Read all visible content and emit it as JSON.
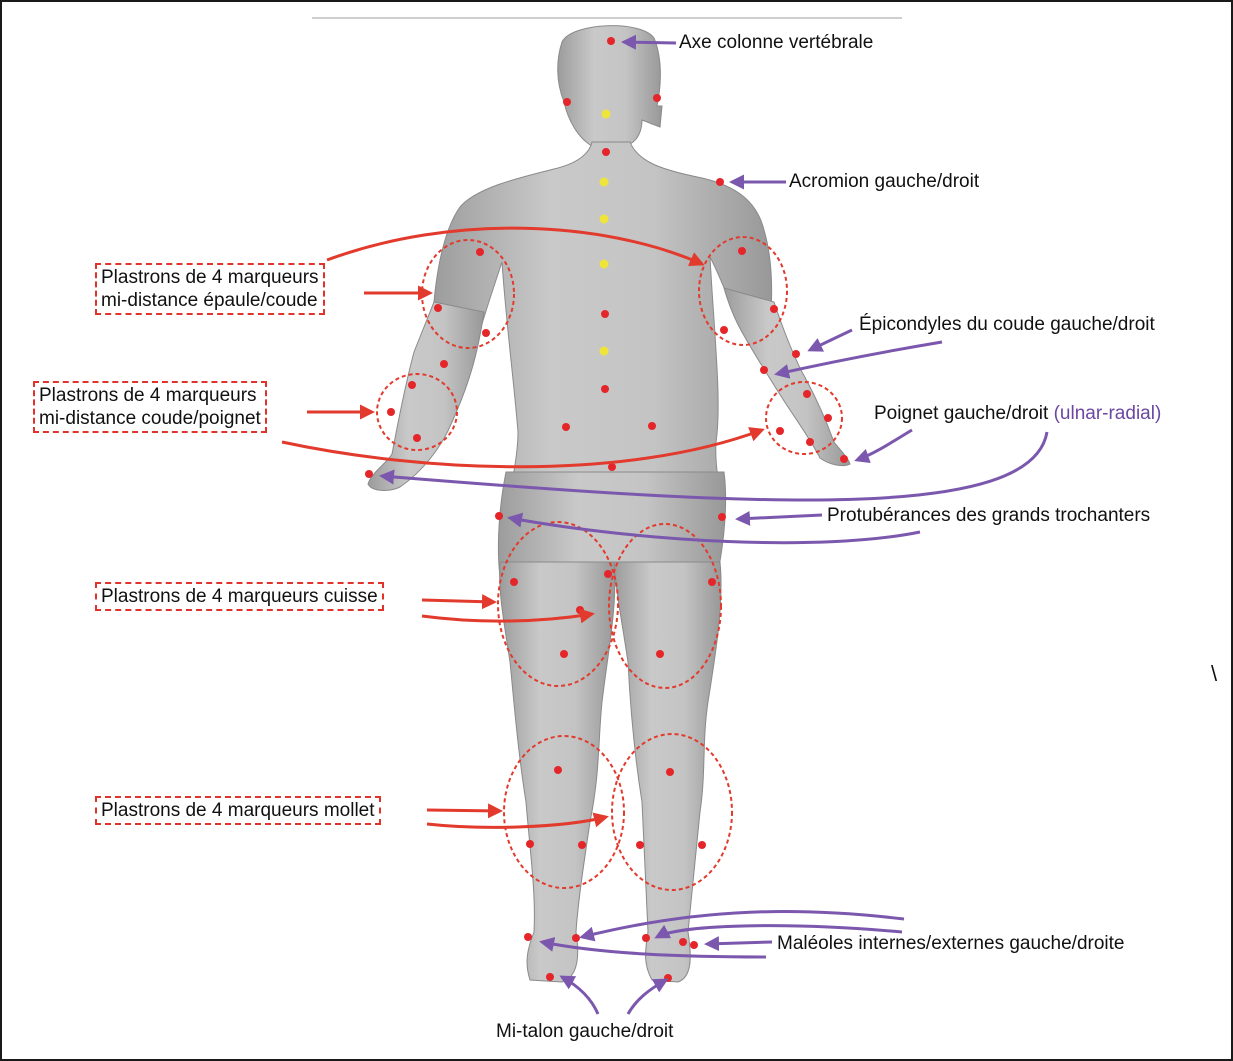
{
  "labels": {
    "spine": "Axe colonne vertébrale",
    "acromion": "Acromion gauche/droit",
    "epicondyles": "Épicondyles du coude gauche/droit",
    "wrist": "Poignet gauche/droit",
    "wrist_detail": "(ulnar-radial)",
    "trochanters": "Protubérances des grands trochanters",
    "malleoli": "Maléoles internes/externes gauche/droite",
    "heel": "Mi-talon gauche/droit",
    "upper_arm_line1": "Plastrons de 4 marqueurs",
    "upper_arm_line2": "mi-distance épaule/coude",
    "forearm_line1": "Plastrons de 4 marqueurs",
    "forearm_line2": "mi-distance coude/poignet",
    "thigh": "Plastrons de 4 marqueurs cuisse",
    "calf": "Plastrons de 4 marqueurs mollet",
    "stray_glyph": "\\"
  },
  "colors": {
    "marker": "#e4262a",
    "spine_marker": "#efe43a",
    "red_arrow": "#e23a2c",
    "purple_arrow": "#7b58ad",
    "body": "#b9b9b9",
    "box_border": "#e0332b"
  }
}
